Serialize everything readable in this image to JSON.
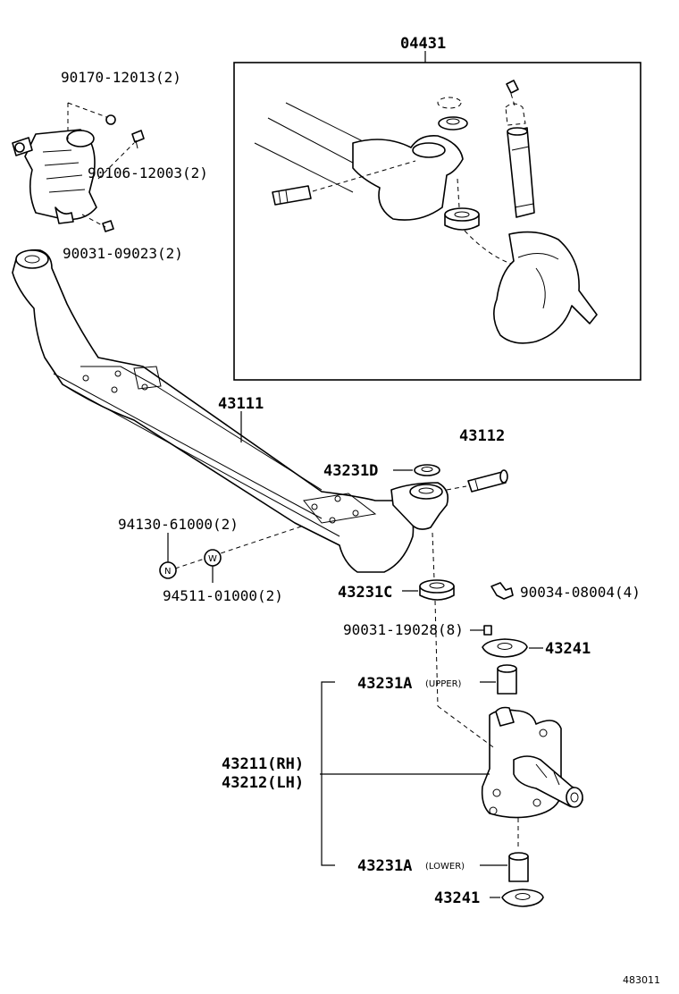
{
  "labels": {
    "kit": "04431",
    "bolt_top": "90170-12013(2)",
    "bolt_mid": "90106-12003(2)",
    "nut_bottom": "90031-09023(2)",
    "axle_beam": "43111",
    "king_pin": "43112",
    "washer_d": "43231D",
    "bearing_c": "43231C",
    "nut_n": "94130-61000(2)",
    "washer_w": "94511-01000(2)",
    "grease": "90034-08004(4)",
    "bolt_small": "90031-19028(8)",
    "cap_top": "43241",
    "bushing_upper": "43231A",
    "bushing_upper_tag": "(UPPER)",
    "knuckle_rh": "43211(RH)",
    "knuckle_lh": "43212(LH)",
    "bushing_lower": "43231A",
    "bushing_lower_tag": "(LOWER)",
    "cap_bottom": "43241",
    "ref_code": "483011"
  },
  "symbols": {
    "nut_marker": "N",
    "washer_marker": "W"
  }
}
